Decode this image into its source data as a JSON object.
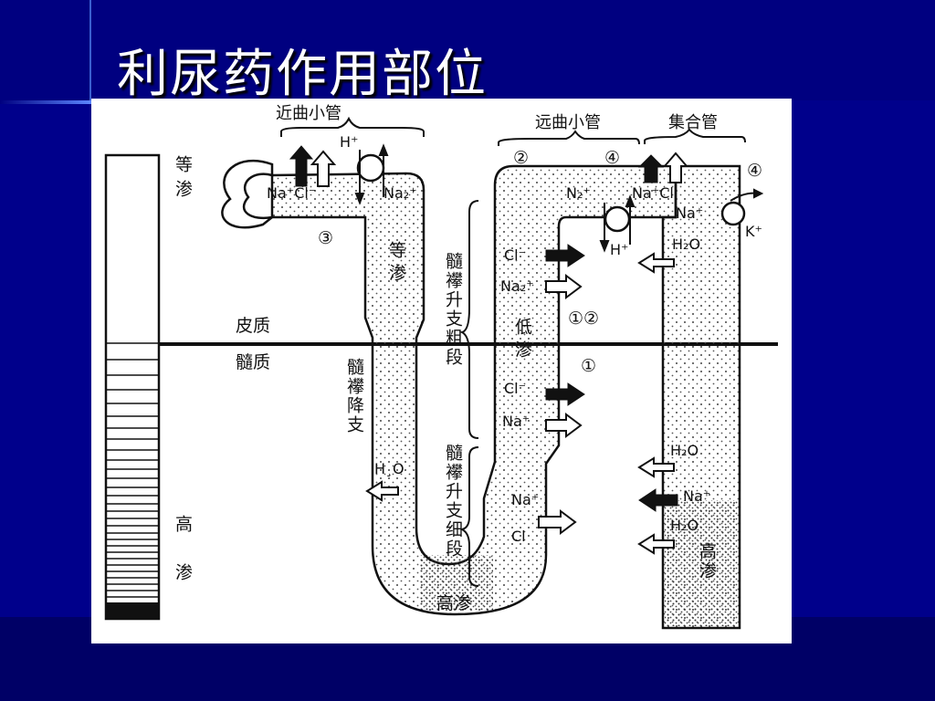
{
  "slide": {
    "title": "利尿药作用部位"
  },
  "diagram": {
    "segments": {
      "proximal_tubule": "近曲小管",
      "distal_tubule": "远曲小管",
      "collecting_duct": "集合管",
      "descending_limb": "髓襻降支",
      "thick_ascending": "髓襻升支粗段",
      "thin_ascending": "髓襻升支细段"
    },
    "zones": {
      "isotonic": "等渗",
      "hypotonic": "低渗",
      "hypertonic": "高渗",
      "cortex": "皮质",
      "medulla": "髓质"
    },
    "markers": {
      "m1": "①",
      "m2": "②",
      "m3": "③",
      "m4": "④",
      "m12": "①②"
    },
    "ions": {
      "h": "H⁺",
      "na_cl": "Na⁺Cl⁻",
      "na2": "Na₂⁺",
      "na2_sp": "N₂⁺",
      "na_cl_dct": "Na⁺Cl",
      "na": "Na⁺",
      "k": "K⁺",
      "cl": "Cl⁻",
      "cl2": "Cl",
      "h2o": "H₂O",
      "h2o_odd": "H¸O"
    }
  }
}
